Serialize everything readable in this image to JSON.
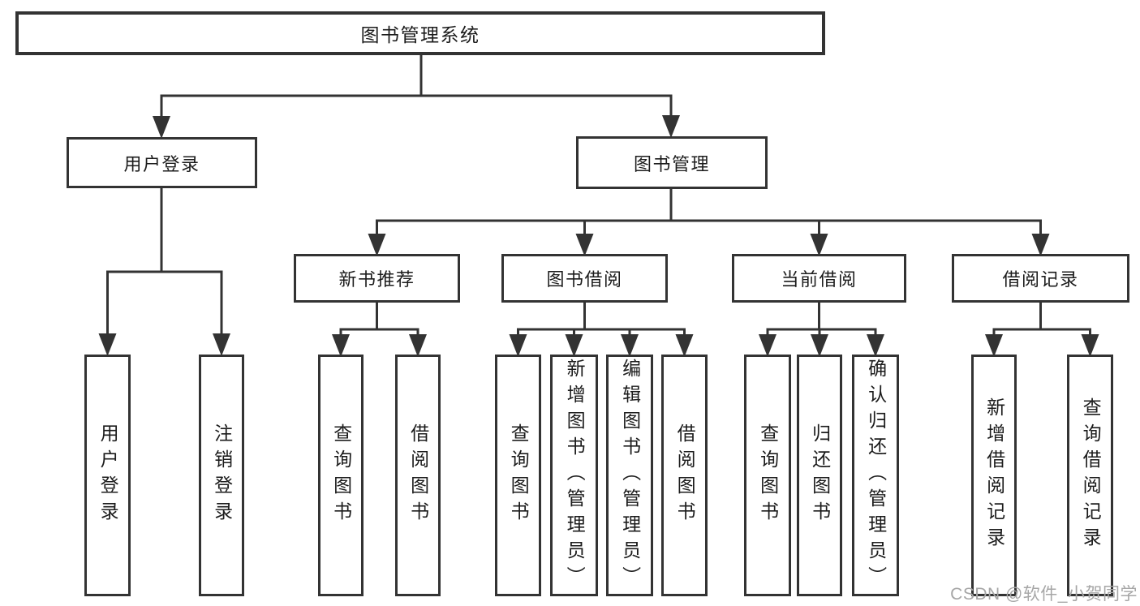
{
  "diagram": {
    "title": "图书管理系统",
    "root": {
      "label": "图书管理系统"
    },
    "level2": [
      {
        "label": "用户登录"
      },
      {
        "label": "图书管理"
      }
    ],
    "level3": [
      {
        "label": "新书推荐"
      },
      {
        "label": "图书借阅"
      },
      {
        "label": "当前借阅"
      },
      {
        "label": "借阅记录"
      }
    ],
    "leaves": {
      "user_login": [
        "用户登录",
        "注销登录"
      ],
      "new_book": [
        "查询图书",
        "借阅图书"
      ],
      "book_borrow": [
        "查询图书",
        "新增图书（管理员）",
        "编辑图书（管理员）",
        "借阅图书"
      ],
      "current_borrow": [
        "查询图书",
        "归还图书",
        "确认归还（管理员）"
      ],
      "records": [
        "新增借阅记录",
        "查询借阅记录"
      ]
    }
  },
  "watermark": {
    "text": "CSDN @软件_小贺同学"
  },
  "colors": {
    "line": "#333333",
    "text": "#1c1c1c",
    "watermark": "#a6a6a6",
    "background": "#ffffff"
  }
}
